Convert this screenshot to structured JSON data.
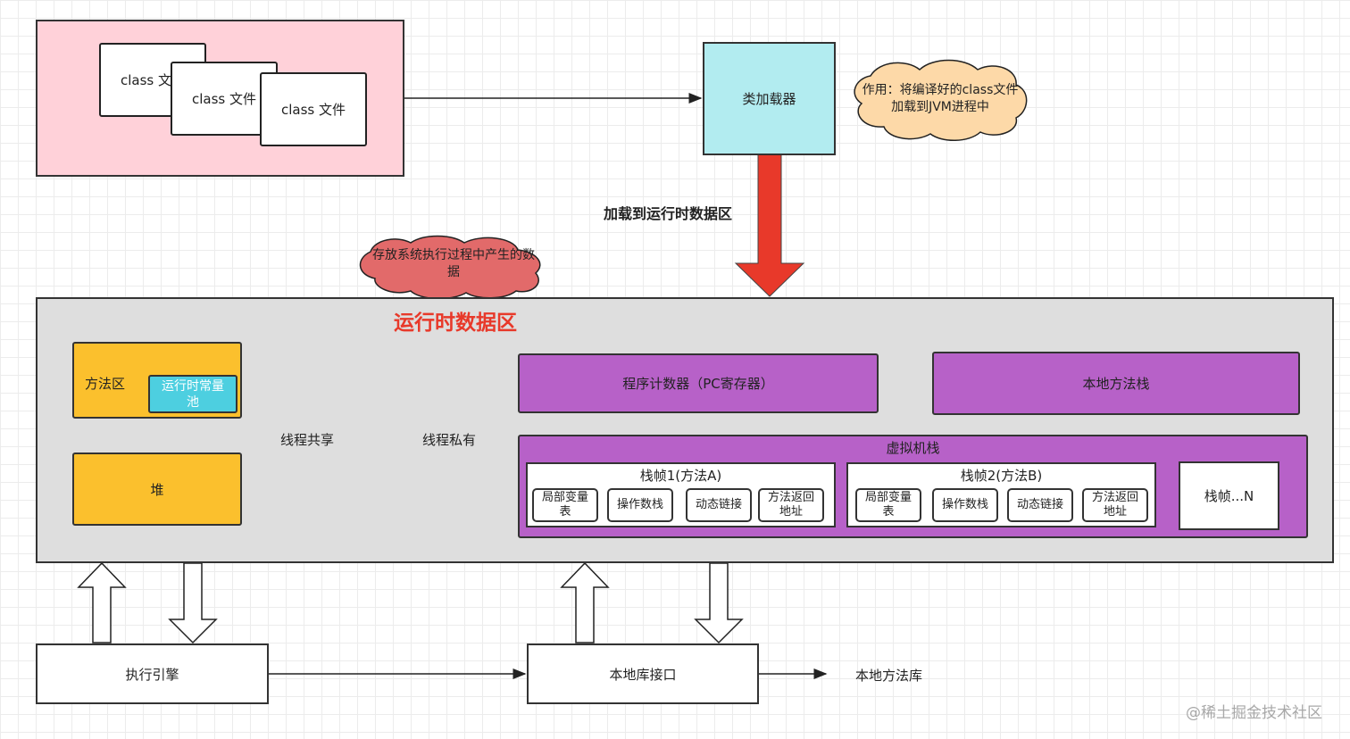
{
  "class_files": [
    "class 文件",
    "class 文件",
    "class 文件"
  ],
  "class_loader": "类加载器",
  "loader_note": "作用：将编译好的class文件加载到JVM进程中",
  "load_arrow_label": "加载到运行时数据区",
  "data_note": "存放系统执行过程中产生的数据",
  "runtime": {
    "title": "运行时数据区",
    "method_area": "方法区",
    "constant_pool": "运行时常量池",
    "heap": "堆",
    "shared_label": "线程共享",
    "private_label": "线程私有",
    "pc_register": "程序计数器（PC寄存器）",
    "native_stack": "本地方法栈",
    "vm_stack": "虚拟机栈",
    "frames": [
      {
        "title": "栈帧1(方法A)",
        "slots": [
          "局部变量表",
          "操作数栈",
          "动态链接",
          "方法返回地址"
        ]
      },
      {
        "title": "栈帧2(方法B)",
        "slots": [
          "局部变量表",
          "操作数栈",
          "动态链接",
          "方法返回地址"
        ]
      }
    ],
    "frame_n": "栈帧...N"
  },
  "exec_engine": "执行引擎",
  "native_interface": "本地库接口",
  "native_library": "本地方法库",
  "watermark": "@稀土掘金技术社区",
  "colors": {
    "pink": "#ffd1d9",
    "cyan": "#b2ecf0",
    "yellow": "#fbc02d",
    "teal": "#4dcfe0",
    "purple": "#b761c8",
    "red_arrow": "#e8392a",
    "title_red": "#e8392a",
    "gray": "#dedede"
  }
}
